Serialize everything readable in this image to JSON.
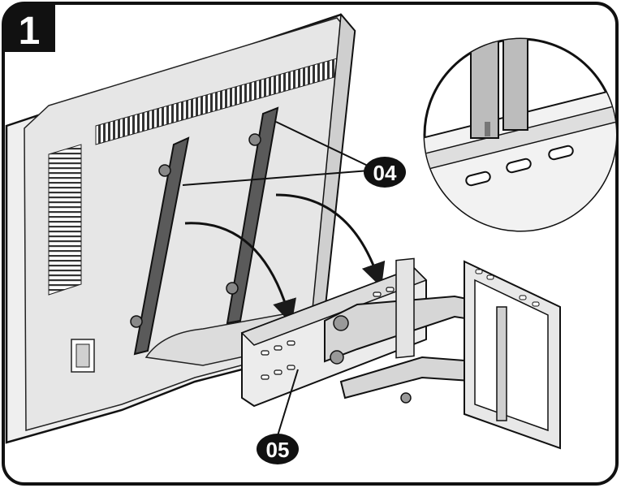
{
  "step": {
    "number": "1"
  },
  "callouts": [
    {
      "id": "04",
      "label": "04"
    },
    {
      "id": "05",
      "label": "05"
    }
  ],
  "icons": [
    "step-badge",
    "magnify-detail"
  ],
  "colors": {
    "ink": "#1a1a1a",
    "panel": "#e9e9e9",
    "bracket": "#5a5a5a",
    "steel": "#cfcfcf"
  }
}
